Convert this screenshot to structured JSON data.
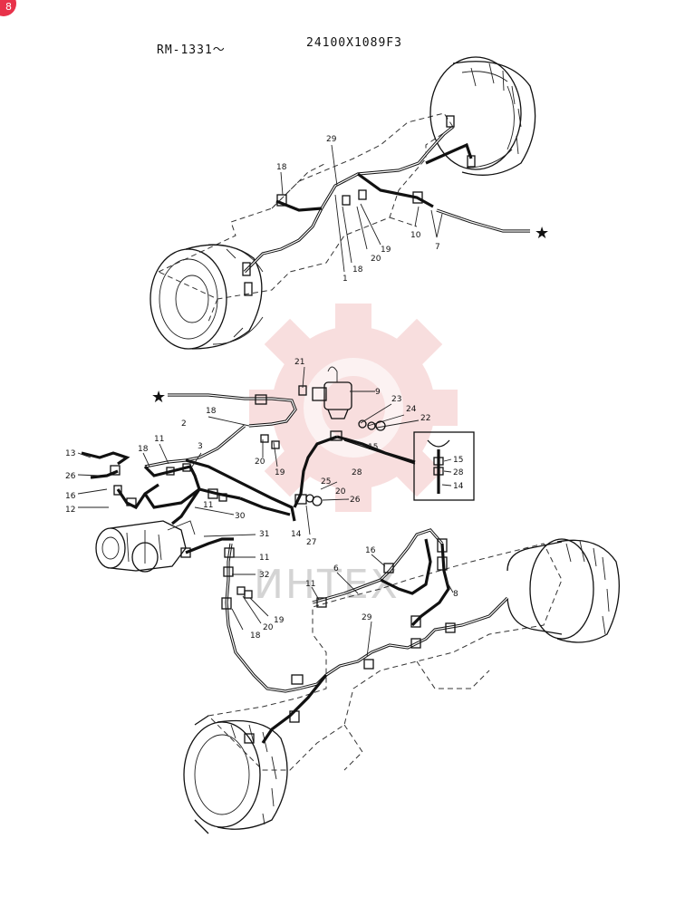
{
  "header": {
    "left": "RM-1331～",
    "right": "24100X1089F3"
  },
  "corner_badge": "8",
  "watermark": {
    "text": "ИНТЕХ",
    "color": "#f0b8b8"
  },
  "callouts": {
    "top": [
      "29",
      "18",
      "18",
      "20",
      "19",
      "1",
      "10",
      "7"
    ],
    "middle": [
      "21",
      "9",
      "23",
      "24",
      "22",
      "18",
      "2",
      "20",
      "19",
      "15",
      "28",
      "25",
      "20",
      "26",
      "14",
      "27"
    ],
    "detail": [
      "15",
      "28",
      "14"
    ],
    "left": [
      "13",
      "26",
      "16",
      "12",
      "18",
      "11",
      "3",
      "11",
      "30",
      "31",
      "11",
      "32"
    ],
    "bottom": [
      "16",
      "6",
      "8",
      "11",
      "29",
      "20",
      "19",
      "18"
    ]
  },
  "star_markers": [
    "★",
    "★"
  ]
}
